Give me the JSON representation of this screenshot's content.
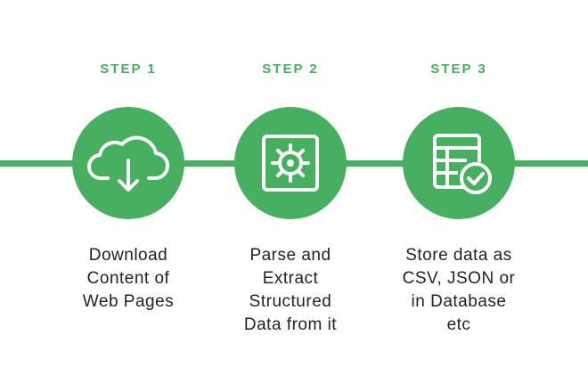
{
  "colors": {
    "accent": "#46b060",
    "text": "#222222",
    "background": "#ffffff"
  },
  "steps": [
    {
      "label": "STEP 1",
      "icon": "cloud-download-icon",
      "lines": [
        "Download",
        "Content of",
        "Web Pages"
      ]
    },
    {
      "label": "STEP 2",
      "icon": "gear-box-icon",
      "lines": [
        "Parse and",
        "Extract",
        "Structured",
        "Data from it"
      ]
    },
    {
      "label": "STEP 3",
      "icon": "database-check-icon",
      "lines": [
        "Store data as",
        "CSV, JSON or",
        "in Database",
        "etc"
      ]
    }
  ]
}
